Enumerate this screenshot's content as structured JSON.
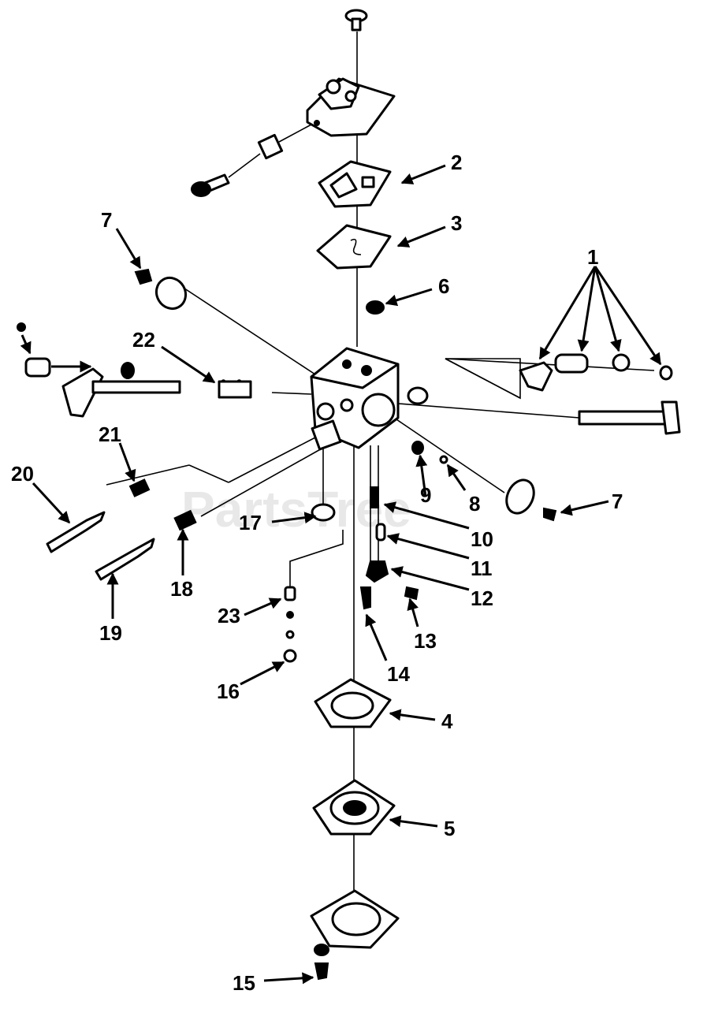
{
  "diagram": {
    "watermark": "PartsTree",
    "callouts": {
      "c1": "1",
      "c2": "2",
      "c3": "3",
      "c4": "4",
      "c5": "5",
      "c6": "6",
      "c7a": "7",
      "c7b": "7",
      "c8": "8",
      "c9": "9",
      "c10": "10",
      "c11": "11",
      "c12": "12",
      "c13": "13",
      "c14": "14",
      "c15": "15",
      "c16": "16",
      "c17": "17",
      "c18": "18",
      "c19": "19",
      "c20": "20",
      "c21": "21",
      "c22": "22",
      "c23": "23"
    }
  }
}
